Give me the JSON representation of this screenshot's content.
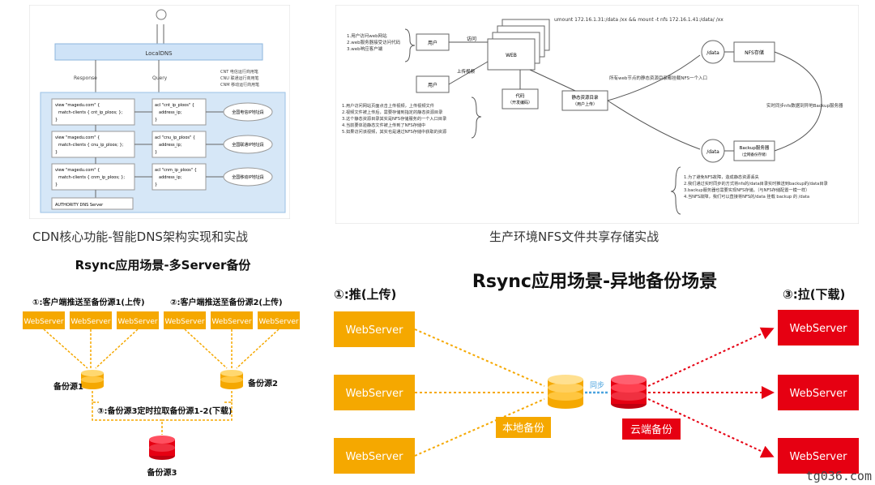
{
  "captions": {
    "top_left": "CDN核心功能-智能DNS架构实现和实战",
    "top_right": "生产环境NFS文件共享存储实战"
  },
  "cdn": {
    "localdns": "LocalDNS",
    "response": "Response",
    "query": "Query",
    "legend": [
      "CNT  电信运行商用笔",
      "CNU  联通运行商用笔",
      "CNM  移动运行商用笔"
    ],
    "views": [
      {
        "view": "view \"magedu.com\" {",
        "match": "match-clients  { cnt_ip_ploos; };",
        "close": "}",
        "acl": "acl \"cnt_ip_ploos\" {",
        "addr": "address_ip;",
        "acl_close": "}",
        "pool": "全国电信IP地址段"
      },
      {
        "view": "view \"magedu.com\" {",
        "match": "match-clients  { cnu_ip_ploos; };",
        "close": "}",
        "acl": "acl \"cnu_ip_ploos\" {",
        "addr": "address_ip;",
        "acl_close": "}",
        "pool": "全国联通IP地址段"
      },
      {
        "view": "view \"magedu.com\" {",
        "match": "match-clients  { cnm_ip_ploos; };",
        "close": "}",
        "acl": "acl \"cnm_ip_ploos\" {",
        "addr": "address_ip;",
        "acl_close": "}",
        "pool": "全国移动IP地址段"
      }
    ],
    "authority": "AUTHORITY DNS Server"
  },
  "nfs": {
    "command": "umount 172.16.1.31:/data  /xx && mount -t nfs 172.16.1.41:/data/ /xx",
    "notes_top": [
      "1.用户访问web网站",
      "2.web服务器接受访问代码",
      "3.web响应客户端"
    ],
    "user1": "用户",
    "visit": "访问",
    "web": "WEB",
    "user2": "用户",
    "upload": "上传视频",
    "code": "代码",
    "code_sub": "（开发编码）",
    "static": "静态资源目录",
    "static_sub": "（用户上传）",
    "mount_label": "所有web节点的静态资源目录都挂载NFS一个入口",
    "data1": "/data",
    "nfs_store": "NFS存储",
    "data2": "/data",
    "backup": "Backup服务器",
    "backup_sub": "（全网备份存储）",
    "sync_label": "实时同步nfs数据到异地Backup服务器",
    "notes_mid": [
      "1.用户访问网站页面点击上传视频，上传视频文件",
      "2.视频文件被上传后，需要存储到指定的静态资源目录",
      "3.这个静态资源目录其实是NFS存储服务的一个入口目录",
      "4.当前要体验静态文件被上传到了NFS存储中",
      "5.如果访问该视频，其实也是通过NFS存储中获取的资源"
    ],
    "notes_bottom": [
      "1.为了避免NFS故障，造成静态资源丢失",
      "2.我们通过实时同步的方式将nfs的/data目录实时推送到backup的/data目录",
      "3.backup服务器也需要实现NFS存储。（与NFS存储配置一模一样）",
      "4.当NFS故障，我们可以直接将NFS的/data  挂载  backup 的  /data"
    ]
  },
  "rsync_multi": {
    "title": "Rsync应用场景-多Server备份",
    "label1": "①:客户端推送至备份源1(上传)",
    "label2": "②:客户端推送至备份源2(上传)",
    "servers": [
      "WebServer",
      "WebServer",
      "WebServer",
      "WebServer",
      "WebServer",
      "WebServer"
    ],
    "src1": "备份源1",
    "src2": "备份源2",
    "pull_label": "③:备份源3定时拉取备份源1-2(下载)",
    "src3": "备份源3"
  },
  "rsync_remote": {
    "title": "Rsync应用场景-异地备份场景",
    "push": "①:推(上传)",
    "pull": "③:拉(下载)",
    "left_servers": [
      "WebServer",
      "WebServer",
      "WebServer"
    ],
    "right_servers": [
      "WebServer",
      "WebServer",
      "WebServer"
    ],
    "local": "本地备份",
    "sync": "同步",
    "cloud": "云端备份"
  },
  "watermark": "tg036.com",
  "colors": {
    "orange": "#f5a800",
    "red": "#e60012",
    "blue": "#4aa3df",
    "dnsblue": "#cfe3f7"
  }
}
